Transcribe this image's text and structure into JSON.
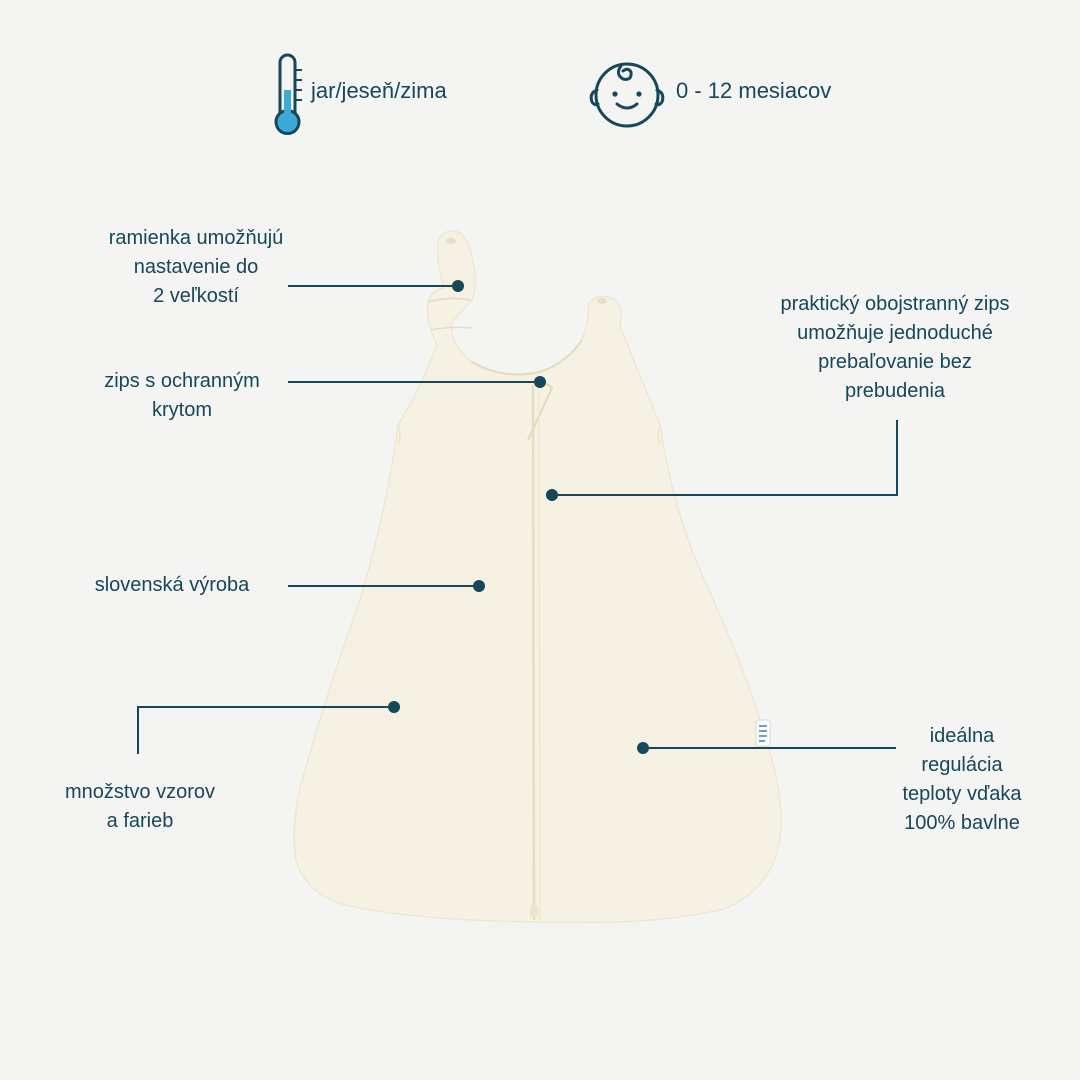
{
  "header": {
    "season_icon": "thermometer-icon",
    "season": "jar/jeseň/zima",
    "age_icon": "baby-face-icon",
    "age": "0 - 12 mesiacov"
  },
  "callouts": {
    "straps": [
      "ramienka umožňujú",
      "nastavenie do",
      "2 veľkostí"
    ],
    "zip_cover": [
      "zips s ochranným",
      "krytom"
    ],
    "made_in": [
      "slovenská výroba"
    ],
    "patterns": [
      "množstvo vzorov",
      "a farieb"
    ],
    "double_zip": [
      "praktický obojstranný zips",
      "umožňuje jednoduché",
      "prebaľovanie bez",
      "prebudenia"
    ],
    "cotton": [
      "ideálna",
      "regulácia",
      "teploty vďaka",
      "100% bavlne"
    ]
  },
  "colors": {
    "text": "#16475a",
    "accent": "#3ca9d6",
    "background": "#f4f4f2",
    "product": "#f6f2e3"
  }
}
